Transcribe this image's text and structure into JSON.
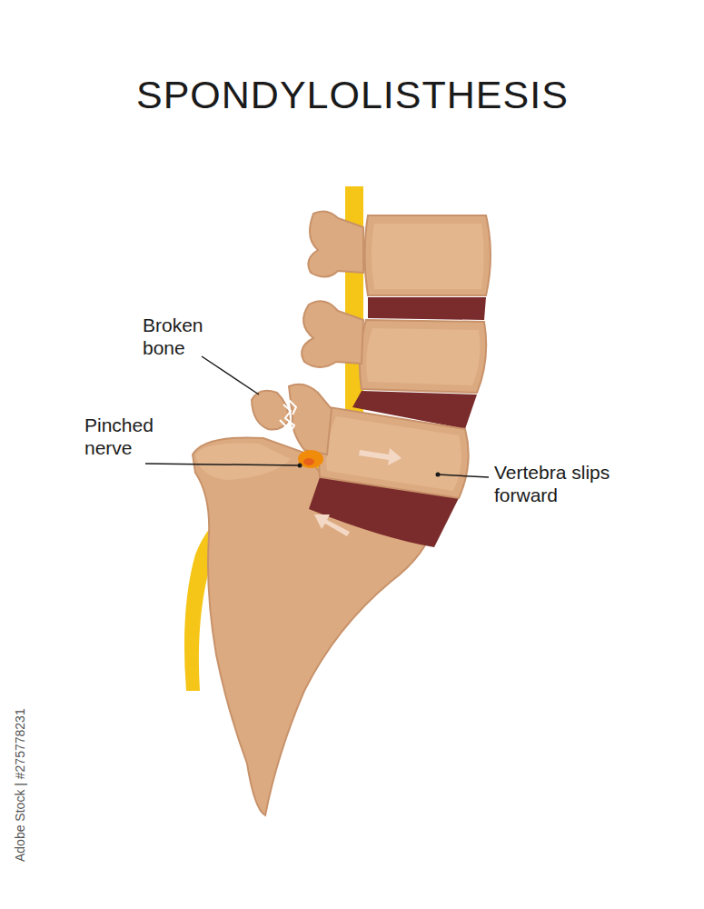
{
  "diagram": {
    "title": "SPONDYLOLISTHESIS",
    "labels": [
      "Broken bone",
      "Pinched nerve",
      "Vertebra slips forward",
      "Adobe Stock | #275778231"
    ]
  }
}
